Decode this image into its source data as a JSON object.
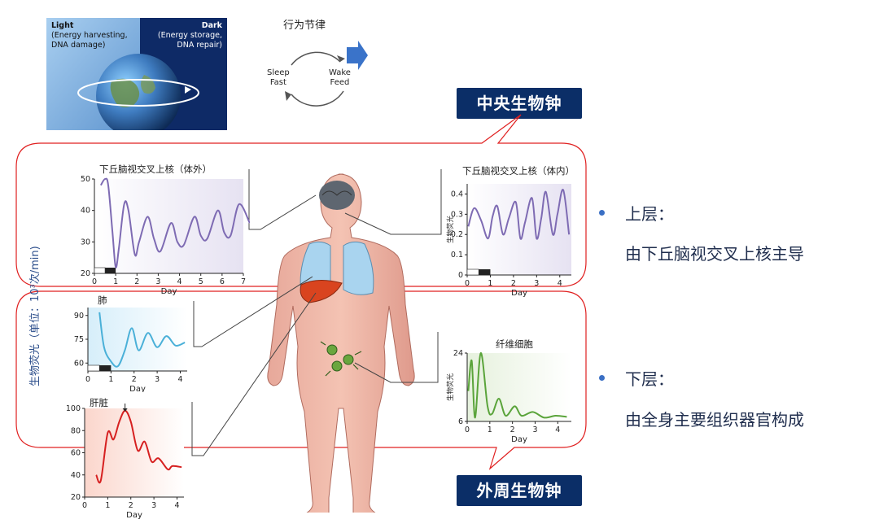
{
  "top_panel": {
    "light_title": "Light",
    "light_text": "(Energy harvesting,\nDNA damage)",
    "dark_title": "Dark",
    "dark_text": "(Energy storage,\nDNA repair)"
  },
  "behavior_cycle": {
    "title": "行为节律",
    "left_label": "Sleep\nFast",
    "right_label": "Wake\nFeed"
  },
  "labels": {
    "central": "中央生物钟",
    "peripheral": "外周生物钟",
    "yaxis_vertical": "生物荧光（单位：10³次/min)"
  },
  "bullets": [
    {
      "title": "上层：",
      "body": "由下丘脑视交叉上核主导"
    },
    {
      "title": "下层：",
      "body": "由全身主要组织器官构成"
    }
  ],
  "colors": {
    "navy": "#0b2e67",
    "red_outline": "#e02020",
    "purple_line": "#7e6bb3",
    "blue_line": "#4ab0d8",
    "red_line": "#d62020",
    "green_line": "#5aa43a"
  },
  "chart_data": [
    {
      "id": "scn_vitro",
      "type": "line",
      "title": "下丘脑视交叉上核（体外）",
      "xlabel": "Day",
      "xlim": [
        0,
        7
      ],
      "ylim": [
        20,
        50
      ],
      "xticks": [
        0,
        1,
        2,
        3,
        4,
        5,
        6,
        7
      ],
      "yticks": [
        20,
        30,
        40,
        50
      ],
      "series": [
        {
          "values": [
            [
              0.3,
              48
            ],
            [
              0.5,
              50
            ],
            [
              0.65,
              48
            ],
            [
              0.85,
              33
            ],
            [
              1.0,
              22
            ],
            [
              1.15,
              28
            ],
            [
              1.4,
              42
            ],
            [
              1.6,
              40
            ],
            [
              1.9,
              26
            ],
            [
              2.1,
              30
            ],
            [
              2.5,
              38
            ],
            [
              2.8,
              31
            ],
            [
              3.1,
              27
            ],
            [
              3.6,
              36
            ],
            [
              3.9,
              30
            ],
            [
              4.2,
              29
            ],
            [
              4.7,
              38
            ],
            [
              5.0,
              32
            ],
            [
              5.3,
              31
            ],
            [
              5.8,
              40
            ],
            [
              6.1,
              33
            ],
            [
              6.4,
              32
            ],
            [
              6.8,
              42
            ],
            [
              7.3,
              36
            ]
          ]
        }
      ]
    },
    {
      "id": "scn_vivo",
      "type": "line",
      "title": "下丘脑视交叉上核（体内）",
      "xlabel": "Day",
      "ylabel": "生物荧光",
      "xlim": [
        0,
        4.5
      ],
      "ylim": [
        0,
        0.45
      ],
      "xticks": [
        0,
        1,
        2,
        3,
        4
      ],
      "yticks": [
        0,
        0.1,
        0.2,
        0.3,
        0.4
      ],
      "series": [
        {
          "values": [
            [
              0.05,
              0.24
            ],
            [
              0.3,
              0.33
            ],
            [
              0.6,
              0.27
            ],
            [
              0.9,
              0.18
            ],
            [
              1.1,
              0.29
            ],
            [
              1.3,
              0.34
            ],
            [
              1.55,
              0.2
            ],
            [
              1.8,
              0.28
            ],
            [
              2.1,
              0.36
            ],
            [
              2.3,
              0.18
            ],
            [
              2.5,
              0.26
            ],
            [
              2.8,
              0.38
            ],
            [
              3.0,
              0.18
            ],
            [
              3.2,
              0.28
            ],
            [
              3.4,
              0.41
            ],
            [
              3.7,
              0.2
            ],
            [
              3.9,
              0.3
            ],
            [
              4.15,
              0.42
            ],
            [
              4.4,
              0.2
            ]
          ]
        }
      ]
    },
    {
      "id": "lung",
      "type": "line",
      "title": "肺",
      "xlabel": "Day",
      "xlim": [
        0,
        4.3
      ],
      "ylim": [
        55,
        95
      ],
      "xticks": [
        0,
        1,
        2,
        3,
        4
      ],
      "yticks": [
        60,
        75,
        90
      ],
      "series": [
        {
          "values": [
            [
              0.5,
              92
            ],
            [
              0.7,
              70
            ],
            [
              1.0,
              61
            ],
            [
              1.3,
              58
            ],
            [
              1.6,
              68
            ],
            [
              1.9,
              82
            ],
            [
              2.2,
              68
            ],
            [
              2.6,
              79
            ],
            [
              3.0,
              70
            ],
            [
              3.4,
              77
            ],
            [
              3.8,
              71
            ],
            [
              4.2,
              73
            ]
          ]
        }
      ]
    },
    {
      "id": "liver",
      "type": "line",
      "title": "肝脏",
      "xlabel": "Day",
      "xlim": [
        0,
        4.3
      ],
      "ylim": [
        20,
        100
      ],
      "xticks": [
        0,
        1,
        2,
        3,
        4
      ],
      "yticks": [
        20,
        40,
        60,
        80,
        100
      ],
      "series": [
        {
          "values": [
            [
              0.5,
              40
            ],
            [
              0.7,
              35
            ],
            [
              1.0,
              78
            ],
            [
              1.25,
              72
            ],
            [
              1.5,
              88
            ],
            [
              1.75,
              98
            ],
            [
              2.0,
              88
            ],
            [
              2.3,
              62
            ],
            [
              2.6,
              70
            ],
            [
              2.9,
              52
            ],
            [
              3.2,
              55
            ],
            [
              3.6,
              45
            ],
            [
              3.8,
              48
            ],
            [
              4.2,
              47
            ]
          ]
        }
      ]
    },
    {
      "id": "fibroblast",
      "type": "line",
      "title": "纤维细胞",
      "xlabel": "Day",
      "ylabel": "生物荧光",
      "xlim": [
        0,
        4.6
      ],
      "ylim": [
        6,
        24
      ],
      "xticks": [
        0,
        1,
        2,
        3,
        4
      ],
      "yticks": [
        6,
        24
      ],
      "series": [
        {
          "values": [
            [
              0.05,
              14
            ],
            [
              0.2,
              22
            ],
            [
              0.35,
              7
            ],
            [
              0.6,
              24
            ],
            [
              0.9,
              10
            ],
            [
              1.1,
              8
            ],
            [
              1.4,
              12
            ],
            [
              1.7,
              7.5
            ],
            [
              2.1,
              10
            ],
            [
              2.4,
              7.5
            ],
            [
              2.9,
              8.5
            ],
            [
              3.4,
              7
            ],
            [
              3.9,
              7.5
            ],
            [
              4.4,
              7.2
            ]
          ]
        }
      ]
    }
  ]
}
